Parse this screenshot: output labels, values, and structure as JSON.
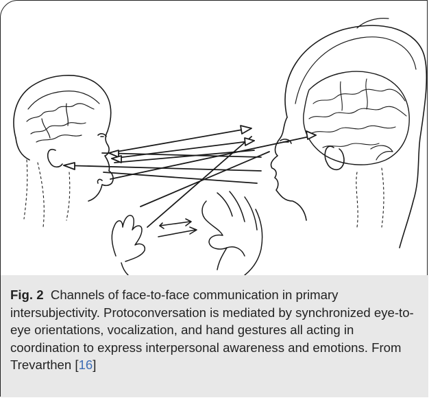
{
  "figure": {
    "label": "Fig. 2",
    "caption_text": "Channels of face-to-face communication in primary intersubjectivity. Protoconversation is mediated by synchronized eye-to-eye orientations, vocalization, and hand gestures all acting in coordination to express interpersonal awareness and emotions. From Trevarthen [",
    "citation": "16",
    "caption_end": "]"
  },
  "colors": {
    "line": "#1a1a1a",
    "caption_bg": "#e8e8e8",
    "citation_link": "#3d6db5"
  }
}
